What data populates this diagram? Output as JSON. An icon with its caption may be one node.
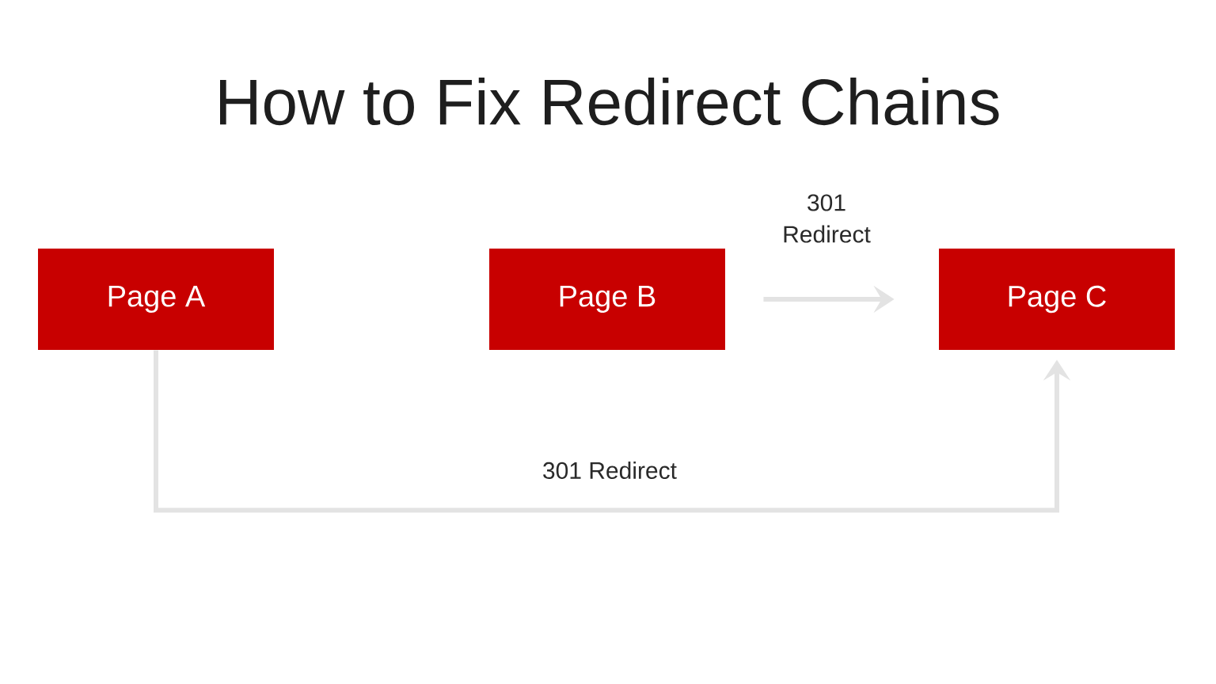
{
  "diagram": {
    "title": "How to Fix Redirect Chains",
    "nodes": [
      {
        "text": [
          "Page A"
        ]
      },
      {
        "text": [
          "Page B"
        ]
      },
      {
        "text": [
          "Page C"
        ]
      }
    ],
    "edges": [
      {
        "from": 1,
        "to": 2,
        "arrow": "to",
        "label": "301 Redirect"
      },
      {
        "from": 0,
        "to": 2,
        "arrow": "to",
        "label": "301 Redirect"
      }
    ]
  }
}
